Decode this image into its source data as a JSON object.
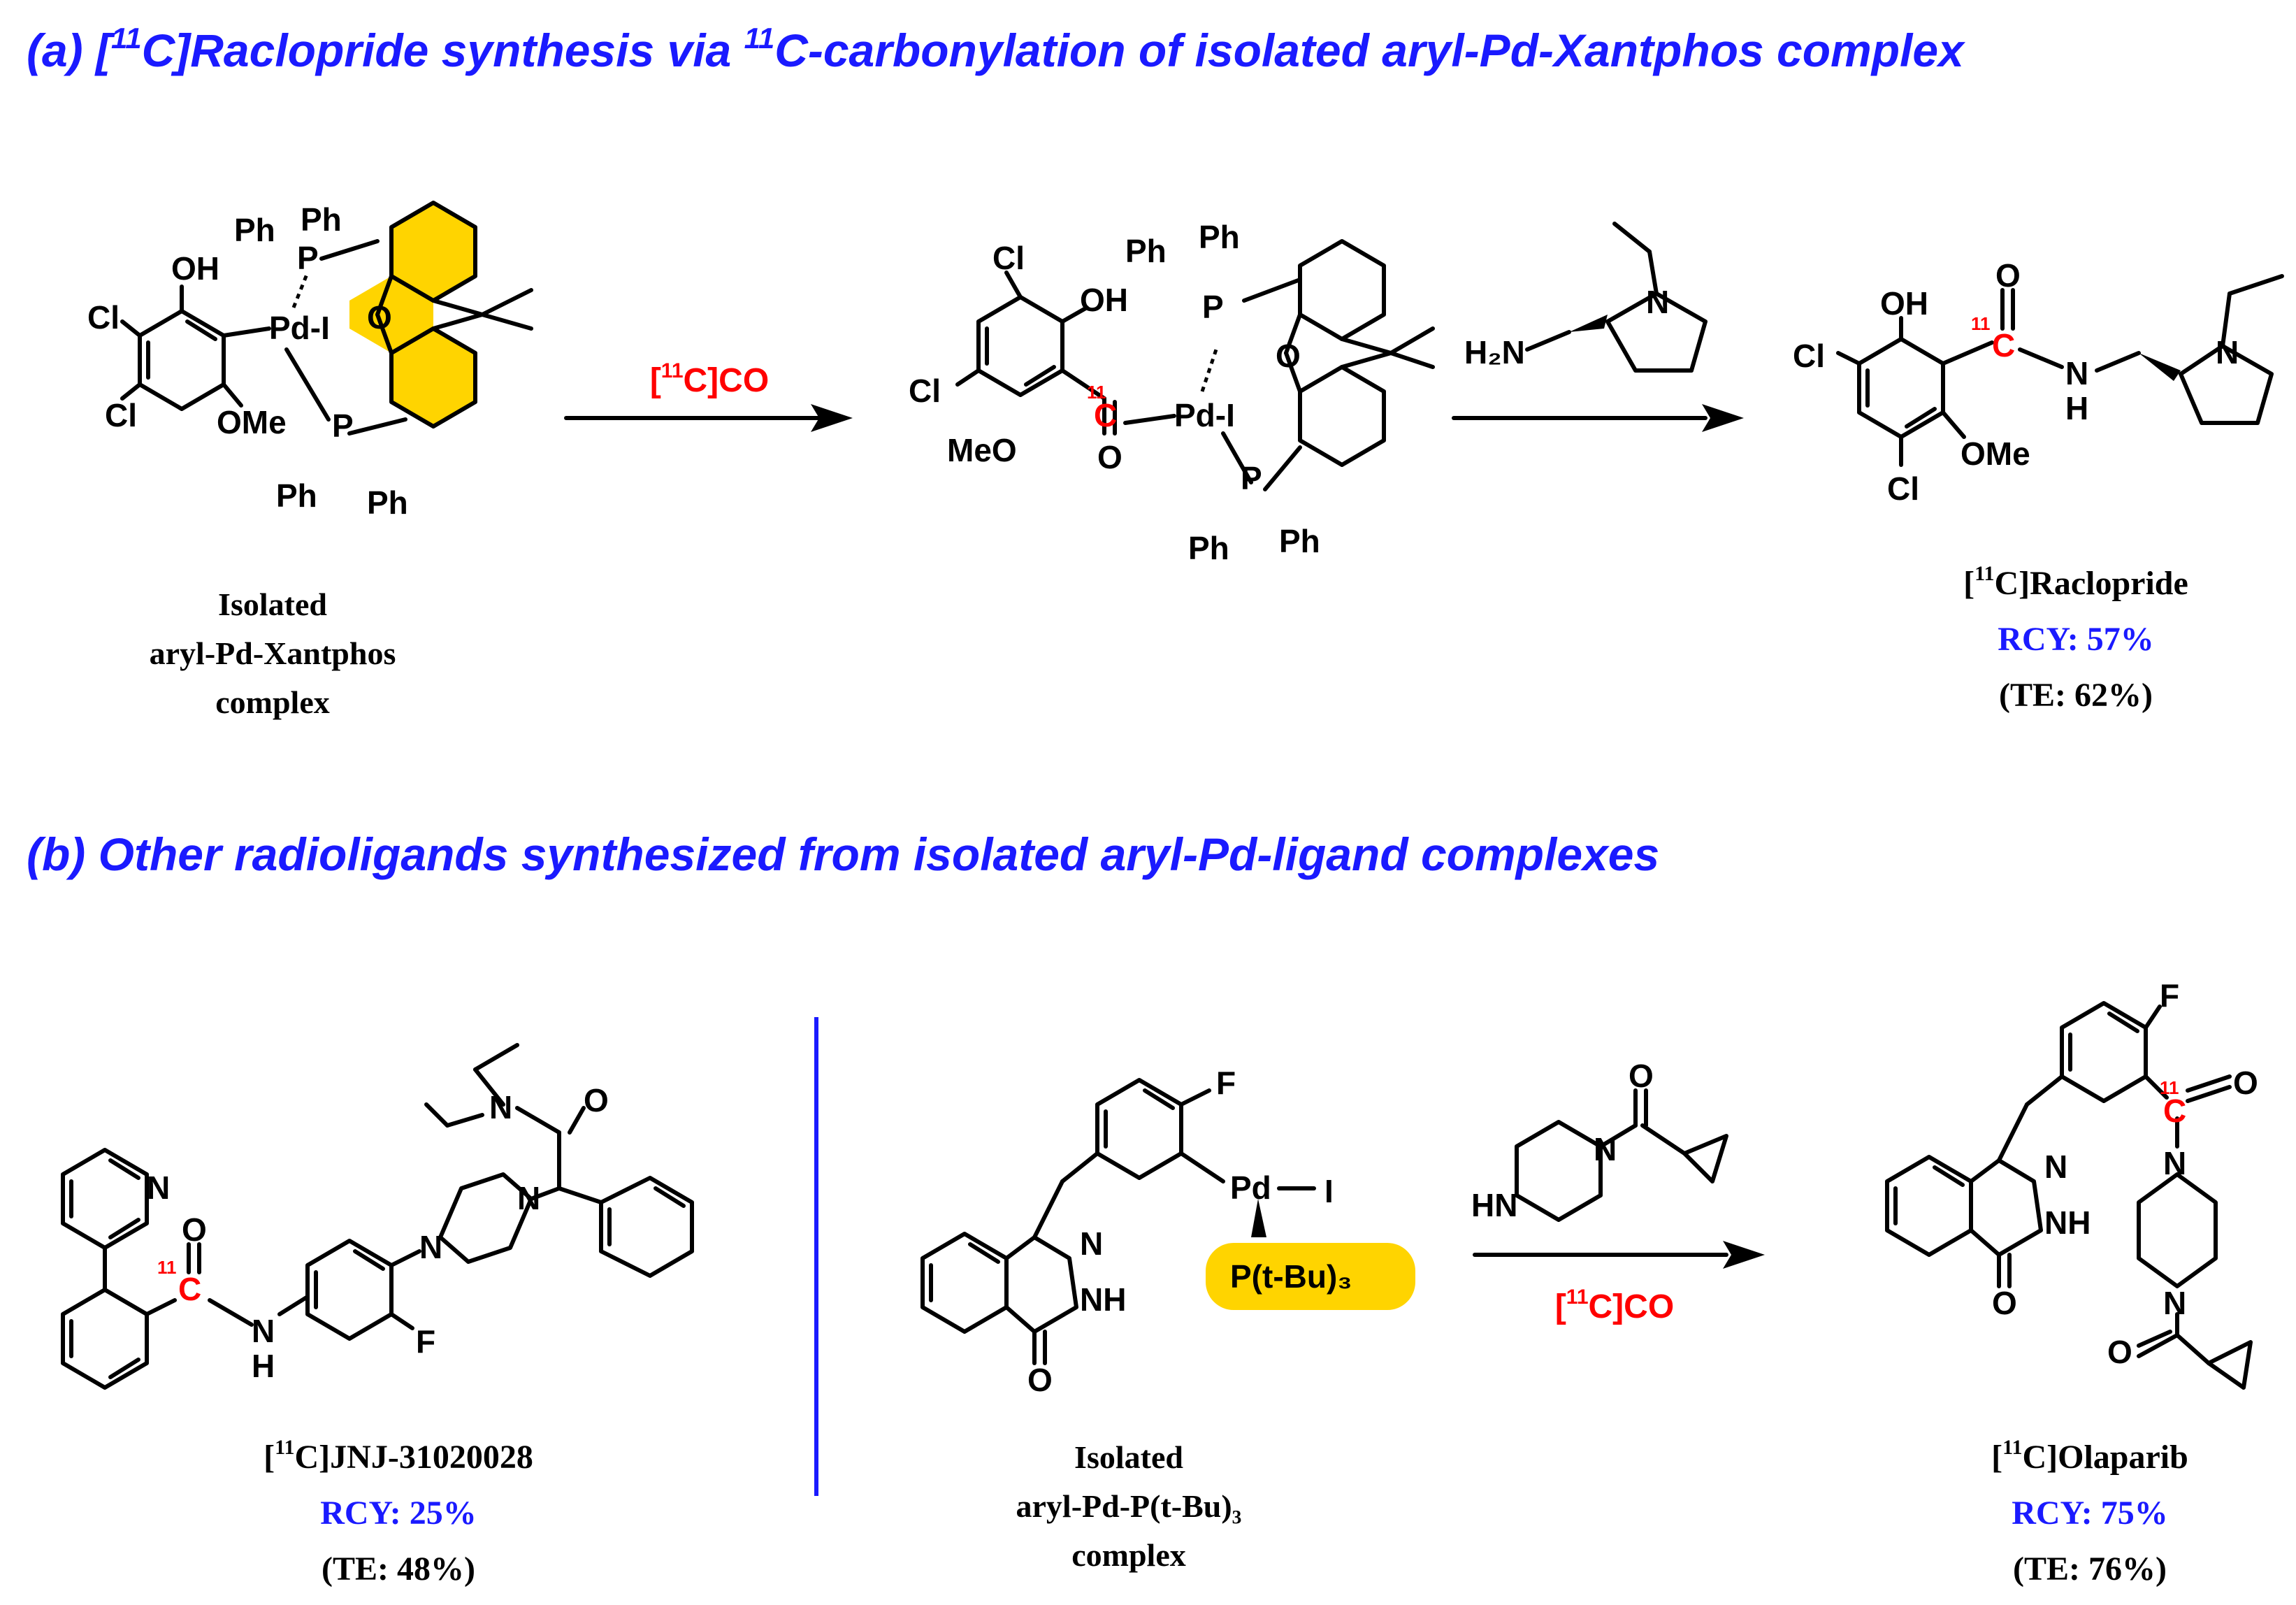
{
  "colors": {
    "heading": "#1a1aff",
    "label_c11": "#ff0000",
    "yield": "#1a1aff",
    "highlight": "#ffd400",
    "divider": "#1a1aff"
  },
  "panel_a": {
    "tag": "(a)",
    "title_pre": "[",
    "title_sup1": "11",
    "title_mid": "C]Raclopride synthesis via ",
    "title_sup2": "11",
    "title_post": "C-carbonylation of isolated aryl-Pd-Xantphos complex",
    "reagent1": {
      "pre": "[",
      "sup": "11",
      "post": "C]CO"
    },
    "reagent2_formula": "H₂N",
    "start": {
      "atoms": {
        "cl1": "Cl",
        "oh": "OH",
        "cl2": "Cl",
        "ome": "OMe",
        "pd": "Pd-I",
        "p1": "P",
        "p2": "P",
        "ph1": "Ph",
        "ph2": "Ph",
        "ph3": "Ph",
        "ph4": "Ph",
        "o": "O"
      },
      "caption": [
        "Isolated",
        "aryl-Pd-Xantphos",
        "complex"
      ]
    },
    "intermediate": {
      "atoms": {
        "cl1": "Cl",
        "oh": "OH",
        "cl2": "Cl",
        "meo": "MeO",
        "c11": "C",
        "c11_label": "11",
        "o_carbonyl": "O",
        "pd": "Pd-I",
        "p1": "P",
        "p2": "P",
        "ph1": "Ph",
        "ph2": "Ph",
        "ph3": "Ph",
        "ph4": "Ph",
        "o": "O"
      }
    },
    "product": {
      "atoms": {
        "oh": "OH",
        "cl1": "Cl",
        "cl2": "Cl",
        "ome": "OMe",
        "c11": "C",
        "c11_label": "11",
        "o": "O",
        "nh_n": "N",
        "nh_h": "H",
        "n_pyr": "N"
      },
      "name_pre": "[",
      "name_sup": "11",
      "name_post": "C]Raclopride",
      "rcy": "RCY: 57%",
      "te": "(TE: 62%)"
    }
  },
  "panel_b": {
    "tag": "(b)",
    "title": "Other radioligands synthesized from isolated aryl-Pd-ligand complexes",
    "jnj": {
      "atoms": {
        "n_py": "N",
        "c11": "C",
        "c11_label": "11",
        "o": "O",
        "nh_n": "N",
        "nh_h": "H",
        "n_pip1": "N",
        "n_pip2": "N",
        "n_am": "N",
        "o_am": "O",
        "f": "F"
      },
      "name_pre": "[",
      "name_sup": "11",
      "name_post": "C]JNJ-31020028",
      "rcy": "RCY: 25%",
      "te": "(TE: 48%)"
    },
    "pd_complex": {
      "atoms": {
        "f": "F",
        "pd": "Pd",
        "i": "I",
        "ligand": "P(t-Bu)₃",
        "n": "N",
        "nh": "NH",
        "o": "O"
      },
      "caption": [
        "Isolated",
        "aryl-Pd-P(t-Bu)₃",
        "complex"
      ]
    },
    "reagent_top": {
      "hn": "HN",
      "n": "N",
      "o": "O"
    },
    "reagent_bottom": {
      "pre": "[",
      "sup": "11",
      "post": "C]CO"
    },
    "olaparib": {
      "atoms": {
        "f": "F",
        "c11": "C",
        "c11_label": "11",
        "o1": "O",
        "n1": "N",
        "n": "N",
        "nh": "NH",
        "o2": "O",
        "n2": "N",
        "o3": "O"
      },
      "name_pre": "[",
      "name_sup": "11",
      "name_post": "C]Olaparib",
      "rcy": "RCY: 75%",
      "te": "(TE: 76%)"
    }
  }
}
